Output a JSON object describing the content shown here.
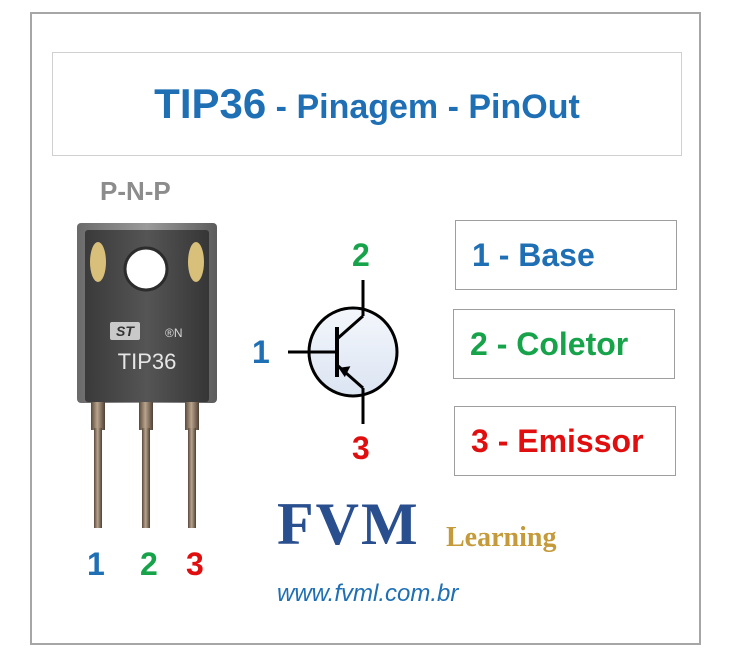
{
  "title": {
    "main": "TIP36",
    "rest": " - Pinagem - PinOut"
  },
  "polarity": "P-N-P",
  "package": {
    "brand_mark": "ST",
    "cert_mark": "®N",
    "marking": "TIP36"
  },
  "package_pins": [
    "1",
    "2",
    "3"
  ],
  "symbol_pins": {
    "base": "1",
    "collector": "2",
    "emitter": "3"
  },
  "legend": {
    "base": "1 - Base",
    "collector": "2 - Coletor",
    "emitter": "3 - Emissor"
  },
  "logo": {
    "main": "FVM",
    "sub": "Learning"
  },
  "url": "www.fvml.com.br",
  "colors": {
    "title": "#1f6fb5",
    "base": "#1f6fb5",
    "collector": "#16a34a",
    "emitter": "#e00e0e",
    "logo": "#2a4f8f",
    "logo_sub": "#c49a3a"
  }
}
